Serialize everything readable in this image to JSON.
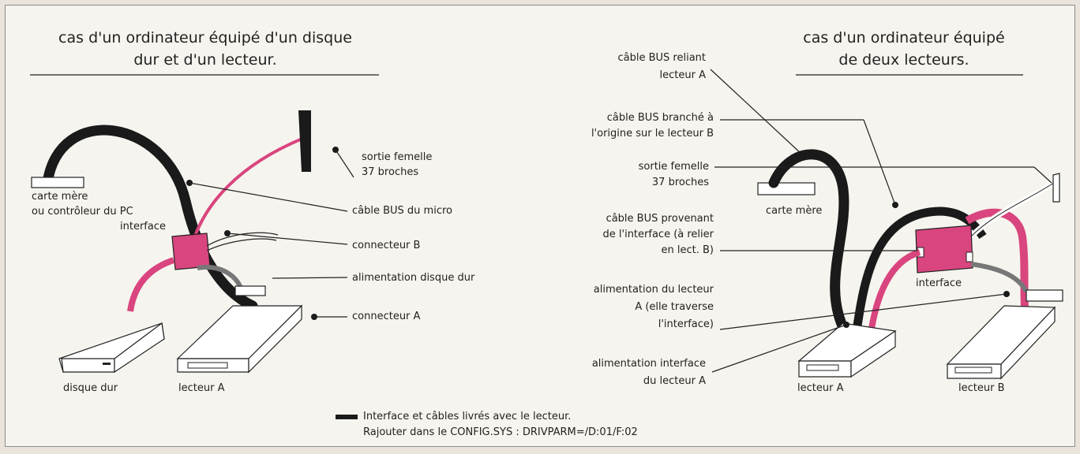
{
  "left": {
    "title": [
      "cas d'un ordinateur équipé d'un disque",
      "dur et d'un lecteur."
    ],
    "labels": {
      "carte_mere": [
        "carte mère",
        "ou contrôleur du PC"
      ],
      "interface": "interface",
      "sortie_femelle": [
        "sortie femelle",
        "37 broches"
      ],
      "cable_bus_micro": "câble BUS du micro",
      "connecteur_b": "connecteur B",
      "alimentation_disque": "alimentation disque dur",
      "connecteur_a": "connecteur A",
      "disque_dur": "disque dur",
      "lecteur_a": "lecteur A"
    }
  },
  "right": {
    "title": [
      "cas d'un ordinateur équipé",
      "de deux lecteurs."
    ],
    "labels": {
      "bus_reliant": [
        "câble BUS reliant",
        "lecteur A"
      ],
      "bus_branche": [
        "câble BUS branché à",
        "l'origine sur le lecteur B"
      ],
      "sortie_femelle": [
        "sortie femelle",
        "37 broches"
      ],
      "bus_provenant": [
        "câble BUS provenant",
        "de l'interface (à relier",
        "en lect. B)"
      ],
      "alim_lecteur": [
        "alimentation du lecteur",
        "A (elle traverse",
        "l'interface)"
      ],
      "alim_interface": [
        "alimentation interface",
        "du lecteur A"
      ],
      "carte_mere": "carte mère",
      "interface": "interface",
      "lecteur_a": "lecteur A",
      "lecteur_b": "lecteur B"
    }
  },
  "legend": {
    "line1": "Interface et câbles livrés avec le lecteur.",
    "line2": "Rajouter dans le CONFIG.SYS : DRIVPARM=/D:01/F:02"
  },
  "colors": {
    "pink": "#d9457e",
    "black": "#1a1a1a"
  }
}
